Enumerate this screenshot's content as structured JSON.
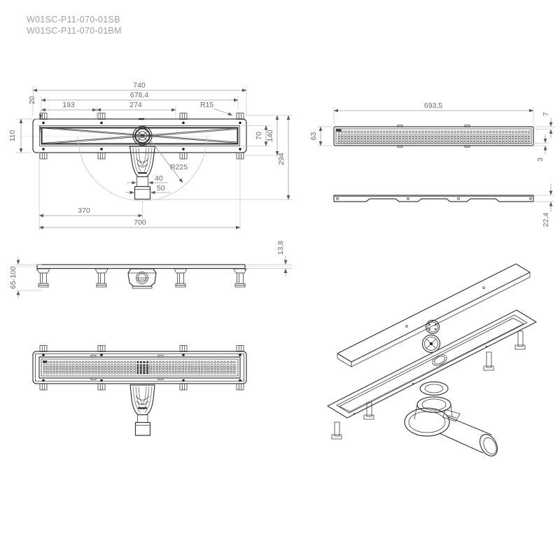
{
  "header": {
    "part_number_1": "W01SC-P11-070-01SB",
    "part_number_2": "W01SC-P11-070-01BM"
  },
  "colors": {
    "line": "#3b3b3b",
    "dimension": "#9d9d9d",
    "text": "#6b6b6b",
    "part_number_text": "#a0a0a0",
    "background": "#ffffff"
  },
  "views": {
    "plan": {
      "title": "channel plan view with trap",
      "dims": {
        "total_length": "740",
        "hole_span": "678,4",
        "left_hole_pitch": "193",
        "center_hole_pitch": "274",
        "corner_radius": "R15",
        "edge_offset": "20",
        "body_width": "110",
        "channel_width": "70",
        "clip_span": "140",
        "overall_depth": "294",
        "trap_radius": "R225",
        "outlet_dia": "40",
        "coupling_dia": "50",
        "outlet_position": "370",
        "channel_length": "700"
      }
    },
    "grate_plan": {
      "title": "grate plan view",
      "dims": {
        "length": "693,5",
        "width": "63",
        "rim_top": "7",
        "rim_bottom": "3"
      }
    },
    "grate_profile": {
      "title": "grate side profile",
      "dims": {
        "height": "22,4"
      }
    },
    "elevation": {
      "title": "side elevation with legs",
      "dims": {
        "adjustable_height": "65-100",
        "rim_height": "13,8"
      }
    },
    "assembled_plan": {
      "title": "assembled plan view with grate"
    },
    "isometric": {
      "title": "exploded isometric view"
    }
  }
}
